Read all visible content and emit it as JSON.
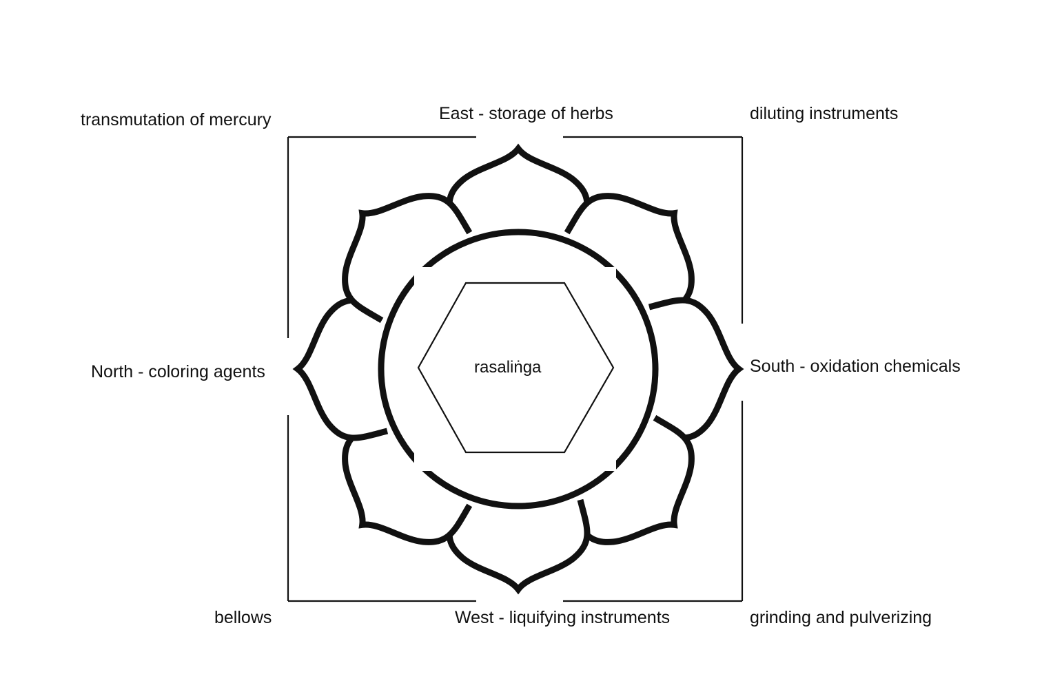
{
  "center": {
    "label": "rasaliṅga"
  },
  "directions": {
    "east": "East - storage of herbs",
    "west": "West - liquifying instruments",
    "north": "North - coloring agents",
    "south": "South - oxidation chemicals"
  },
  "corners": {
    "top_left": "transmutation of mercury",
    "top_right": "diluting instruments",
    "bottom_left": "bellows",
    "bottom_right": "grinding and pulverizing"
  },
  "colors": {
    "ink": "#111111",
    "background": "#ffffff"
  }
}
